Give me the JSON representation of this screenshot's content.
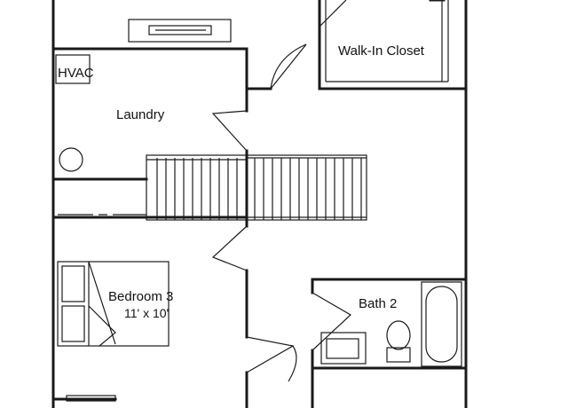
{
  "rooms": {
    "walk_in_closet": {
      "name": "Walk-In Closet"
    },
    "hvac": {
      "name": "HVAC"
    },
    "laundry": {
      "name": "Laundry"
    },
    "bedroom_3": {
      "name": "Bedroom 3",
      "dimensions": "11' x 10'"
    },
    "bath_2": {
      "name": "Bath 2"
    }
  },
  "colors": {
    "wall": "#1a1a1a",
    "background": "#ffffff"
  },
  "icons": [
    "door-swing-icon",
    "stairs-icon",
    "bed-icon",
    "bathtub-icon",
    "toilet-icon",
    "sink-icon",
    "washer-icon"
  ]
}
